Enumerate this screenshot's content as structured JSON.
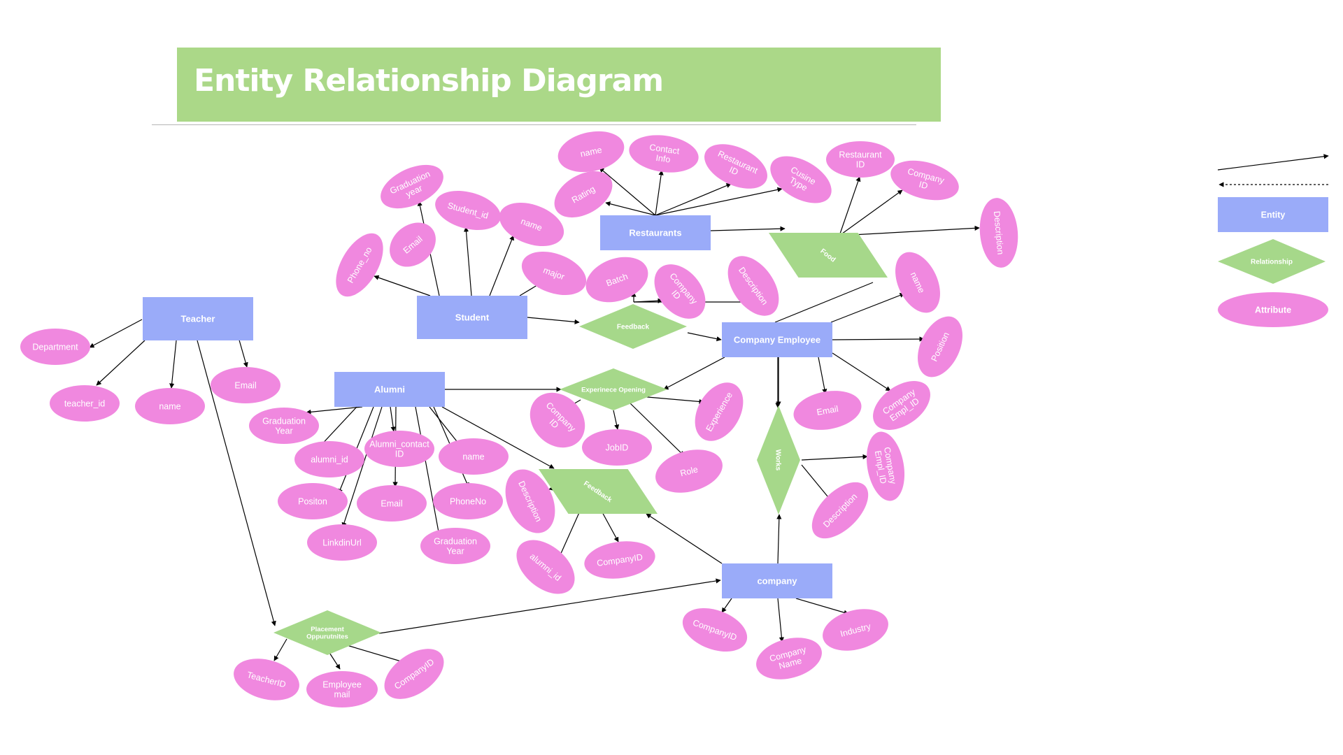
{
  "title": "Entity Relationship Diagram",
  "colors": {
    "header": "#abd888",
    "entity": "#9aabf9",
    "relationship": "#a6d88a",
    "attribute": "#f088df",
    "line": "#000000"
  },
  "legend": {
    "entity": "Entity",
    "relationship": "Relationship",
    "attribute": "Attribute"
  },
  "entities": {
    "teacher": "Teacher",
    "student": "Student",
    "restaurants": "Restaurants",
    "alumni": "Alumni",
    "company_employee": "Company Employee",
    "company": "company"
  },
  "relationships": {
    "feedback_student": "Feedback",
    "food": "Food",
    "experience_opening": "Experinece Opening",
    "feedback_alumni": "Feedback",
    "works": "Works",
    "placement": "Placement Oppurutnites"
  },
  "attributes": {
    "teacher_department": "Department",
    "teacher_id": "teacher_id",
    "teacher_name": "name",
    "teacher_email": "Email",
    "student_phone": "Phone_no",
    "student_grad_year": "Graduation year",
    "student_email": "Email",
    "student_id": "Student_id",
    "student_name": "name",
    "student_major": "major",
    "rest_name": "name",
    "rest_contact": "Contact Info",
    "rest_id": "Restaurant ID",
    "rest_cusine": "Cusine Type",
    "rest_rating": "Rating",
    "food_rest_id": "Restaurant ID",
    "food_company_id": "Company ID",
    "food_description": "Description",
    "fb_batch": "Batch",
    "fb_company_id": "Company ID",
    "fb_description": "Description",
    "ce_name": "name",
    "ce_position": "Position",
    "ce_company_empl_id": "Company Empl_ID",
    "ce_email": "Email",
    "alumni_grad_year": "Graduation Year",
    "alumni_id": "alumni_id",
    "alumni_contact": "Alumni_contact ID",
    "alumni_name": "name",
    "alumni_position": "Positon",
    "alumni_email": "Email",
    "alumni_phone": "PhoneNo",
    "alumni_linkedin": "LinkdinUrl",
    "alumni_grad_year2": "Graduation Year",
    "eo_company_id": "Company ID",
    "eo_job_id": "JobID",
    "eo_role": "Role",
    "eo_experience": "Experience",
    "fb2_description": "Description",
    "fb2_alumni_id": "alumni_id",
    "fb2_company_id": "CompanyID",
    "works_company_empl_id": "Company Empl_ID",
    "works_description": "Description",
    "company_id": "CompanyID",
    "company_name": "Company Name",
    "company_industry": "Industry",
    "pl_teacher_id": "TeacherID",
    "pl_employee_mail": "Employee mail",
    "pl_company_id": "CompanyID"
  }
}
